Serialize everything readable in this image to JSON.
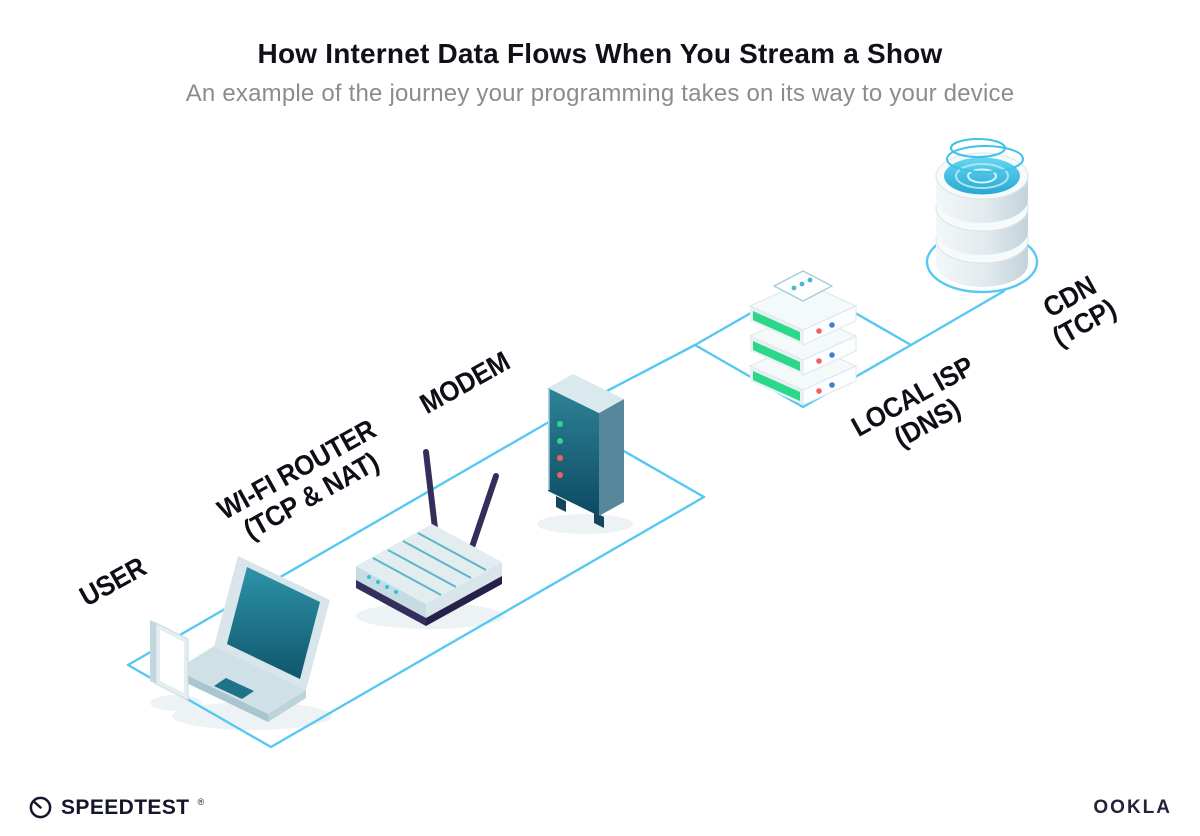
{
  "header": {
    "title": "How Internet Data Flows When You Stream a Show",
    "subtitle": "An example of the journey your programming takes on its way to your device"
  },
  "nodes": {
    "user": {
      "label": "USER"
    },
    "router": {
      "label": "WI-FI ROUTER",
      "sublabel": "(TCP & NAT)"
    },
    "modem": {
      "label": "MODEM"
    },
    "isp": {
      "label": "LOCAL ISP",
      "sublabel": "(DNS)"
    },
    "cdn": {
      "label": "CDN",
      "sublabel": "(TCP)"
    }
  },
  "footer": {
    "speedtest_wordmark": "SPEEDTEST",
    "registered_mark": "®",
    "ookla_wordmark": "OOKLA"
  },
  "icons": {
    "user_device": "smartphone-laptop-icon",
    "router": "wifi-router-icon",
    "modem": "modem-tower-icon",
    "isp": "server-stack-icon",
    "cdn": "database-cylinder-icon",
    "speedtest": "speedometer-gauge-icon"
  },
  "colors": {
    "connection_line": "#57C8F2",
    "device_teal": "#1E7388",
    "led_green": "#2BD889",
    "led_red": "#EF6161",
    "antenna_navy": "#332E5C",
    "cdn_pool_cyan": "#3FC2E5"
  }
}
